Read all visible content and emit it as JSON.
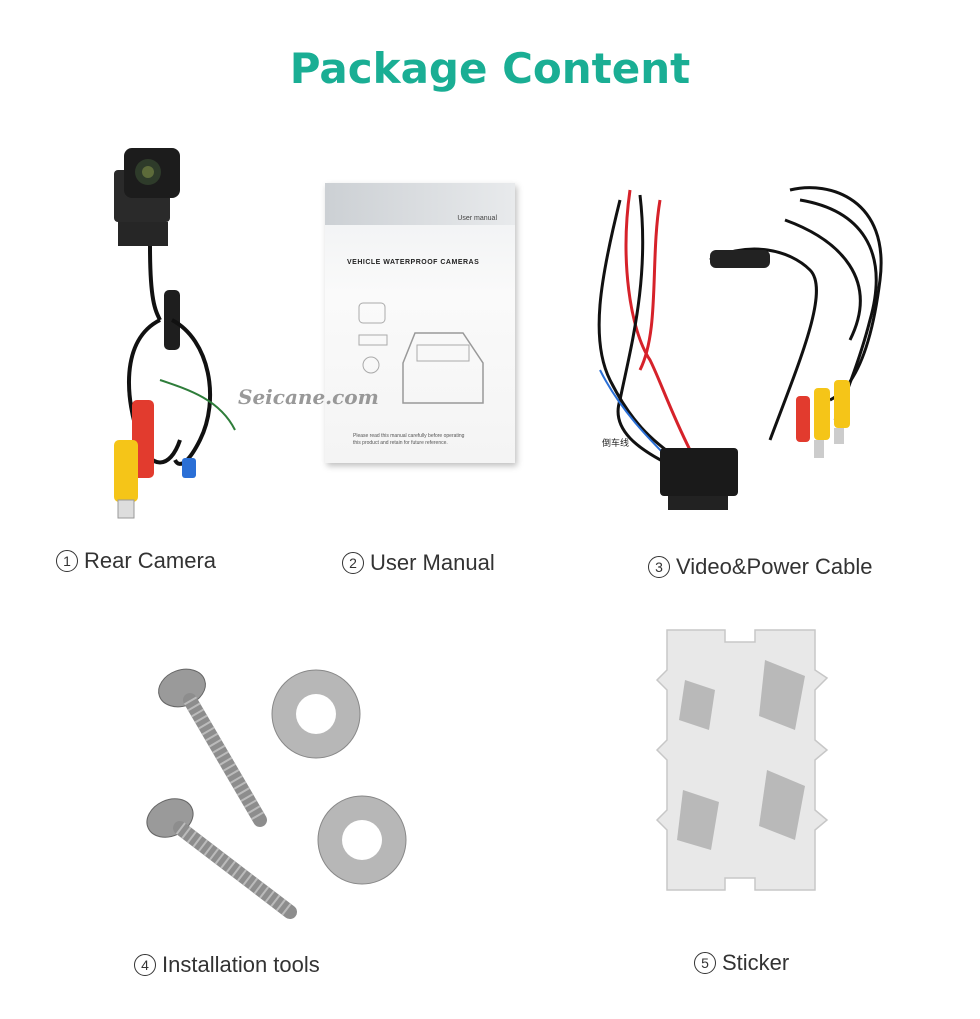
{
  "title": "Package Content",
  "watermark": "Seicane.com",
  "manual": {
    "header": "User manual",
    "product": "VEHICLE WATERPROOF CAMERAS",
    "footer_line1": "Please read this manual carefully before operating",
    "footer_line2": "this product and retain for future reference."
  },
  "cable_tag": "倒车线",
  "items": [
    {
      "num": "1",
      "label": "Rear Camera"
    },
    {
      "num": "2",
      "label": "User Manual"
    },
    {
      "num": "3",
      "label": "Video&Power Cable"
    },
    {
      "num": "4",
      "label": "Installation tools"
    },
    {
      "num": "5",
      "label": "Sticker"
    }
  ],
  "colors": {
    "accent": "#1aae94",
    "rca_red": "#e23b2e",
    "rca_yellow": "#f5c518"
  }
}
